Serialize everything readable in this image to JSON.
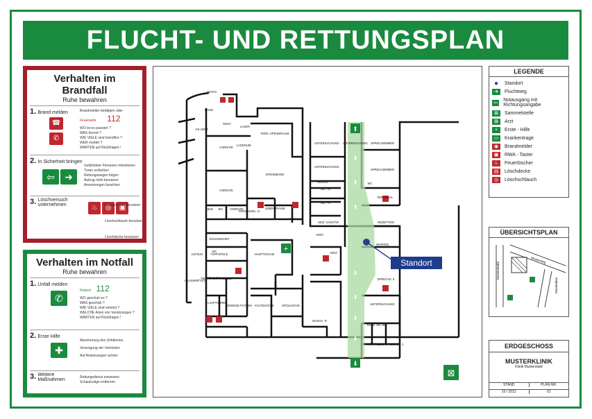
{
  "title": "FLUCHT- UND RETTUNGSPLAN",
  "fire_panel": {
    "title": "Verhalten im Brandfall",
    "subtitle": "Ruhe bewahren",
    "steps": [
      {
        "num": "1.",
        "label": "Brand melden",
        "lines": [
          "Brandmelder betätigen oder",
          "Feuerwehr",
          "112",
          "WO ist es passiert ?",
          "WAS brennt ?",
          "WIE VIELE sind betroffen ?",
          "WER meldet ?",
          "WARTEN auf Rückfragen !"
        ]
      },
      {
        "num": "2.",
        "label": "In Sicherheit bringen",
        "lines": [
          "Gefährdete Personen mitnehmen",
          "Türen schließen",
          "Rettungswegen folgen",
          "Aufzug nicht benutzen",
          "Anweisungen beachten"
        ]
      },
      {
        "num": "3.",
        "label": "Löschversuch unternehmen",
        "lines": [
          "Feuerlöscher benutzen",
          "Löschschlauch benutzen",
          "Löschdecke benutzen"
        ]
      }
    ]
  },
  "emergency_panel": {
    "title": "Verhalten im Notfall",
    "subtitle": "Ruhe bewahren",
    "steps": [
      {
        "num": "1.",
        "label": "Unfall melden",
        "lines": [
          "Notarzt",
          "112",
          "WO geschah es ?",
          "WAS geschah ?",
          "WIE VIELE sind verletzt ?",
          "WELCHE Arten von Verletzungen ?",
          "WARTEN auf Rückfragen !"
        ]
      },
      {
        "num": "2.",
        "label": "Erste Hilfe",
        "lines": [
          "Absicherung des Unfallortes",
          "Versorgung der Verletzten",
          "Auf Anweisungen achten"
        ]
      },
      {
        "num": "3.",
        "label": "Weitere Maßnahmen",
        "lines": [
          "Rettungsdienst einweisen",
          "Schaulustige entfernen"
        ]
      }
    ]
  },
  "legend": {
    "title": "LEGENDE",
    "items": [
      {
        "label": "Standort",
        "icon": "standort-dot",
        "color": "#2a3f8f"
      },
      {
        "label": "Fluchtweg",
        "icon": "arrow-right-icon",
        "color": "#1a8a3e"
      },
      {
        "label": "Notausgang mit Richtungsangabe",
        "icon": "exit-icon",
        "color": "#1a8a3e"
      },
      {
        "label": "Sammelstelle",
        "icon": "assembly-icon",
        "color": "#1a8a3e"
      },
      {
        "label": "Arzt",
        "icon": "doctor-icon",
        "color": "#1a8a3e"
      },
      {
        "label": "Erste - Hilfe",
        "icon": "first-aid-icon",
        "color": "#1a8a3e"
      },
      {
        "label": "Krankentrage",
        "icon": "stretcher-icon",
        "color": "#1a8a3e"
      },
      {
        "label": "Brandmelder",
        "icon": "fire-alarm-icon",
        "color": "#c0272d"
      },
      {
        "label": "RWA - Taster",
        "icon": "rwa-icon",
        "color": "#c0272d"
      },
      {
        "label": "Feuerlöscher",
        "icon": "extinguisher-icon",
        "color": "#c0272d"
      },
      {
        "label": "Löschdecke",
        "icon": "fire-blanket-icon",
        "color": "#c0272d"
      },
      {
        "label": "Löschschlauch",
        "icon": "fire-hose-icon",
        "color": "#c0272d"
      }
    ]
  },
  "overview": {
    "title": "ÜBERSICHTSPLAN",
    "street_labels": [
      "Musterstraße",
      "Musterweg",
      "Musterallee"
    ]
  },
  "titleblock": {
    "floor": "ERDGESCHOSS",
    "name": "MUSTERKLINIK",
    "address": "Klinik Musterstadt",
    "stand_label": "STAND",
    "plan_label": "PLAN-NR.",
    "stand_value": "10 / 2012",
    "plan_value": "01"
  },
  "standort_label": "Standort",
  "rooms": [
    "TRAFO",
    "GANG",
    "NSHV",
    "HS-VERT.",
    "LAGER",
    "FERS. SPEISERAUM",
    "VORRATE",
    "LAGERUM",
    "SPEISEBAND",
    "VORRATE",
    "BAD",
    "WC",
    "VORRATE",
    "FERS. UMKL. D",
    "LEBENSRAUM",
    "UNTERSUCHUNG",
    "UNTERSUCHUNG",
    "SPRECHZIMMER",
    "UNTERSUCHUNG",
    "SPRECHZIMMER",
    "ARCHIV",
    "WC",
    "PERSONAL",
    "WC - D",
    "WC - H",
    "HEIZ. SANITÄR",
    "REZEPTION",
    "KÜCHENCHEF",
    "WC",
    "ABST.",
    "ABST.",
    "WARTEN",
    "TOPFSPÜLE",
    "HAUPTKÜCHE",
    "SPRECHZ. 5",
    "UNTERSUCHUNG",
    "LAUFTÜRRER",
    "GEMÜSE PUTZEN",
    "KÄLTEKÜCHE",
    "SPÜLKÜCHE",
    "MASCH. R.",
    "PERS. WC",
    "WC",
    "ANÄSTHESIE SPRECHST. 1",
    "TIEFKÜHL",
    "KÜHL-ZELLE",
    "AUFZUG",
    "HAUSWIRTSCH."
  ]
}
